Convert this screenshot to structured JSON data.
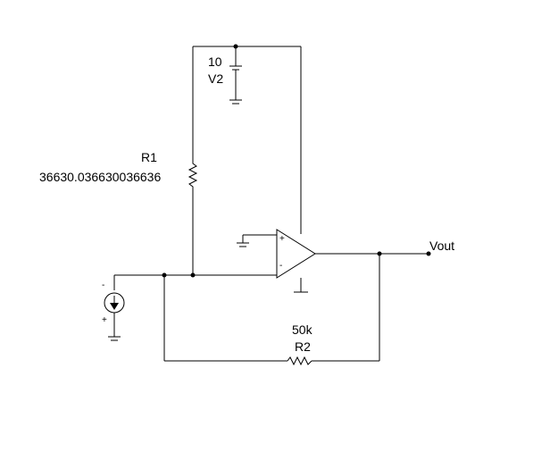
{
  "components": {
    "v2": {
      "name": "V2",
      "value": "10"
    },
    "r1": {
      "name": "R1",
      "value": "36630.036630036636"
    },
    "r2": {
      "name": "R2",
      "value": "50k"
    },
    "opamp": {
      "plus": "+",
      "minus": "-"
    },
    "current_source": {
      "minus": "-",
      "plus": "+"
    }
  },
  "nodes": {
    "vout": "Vout"
  },
  "colors": {
    "wire": "#000000",
    "background": "#ffffff"
  }
}
